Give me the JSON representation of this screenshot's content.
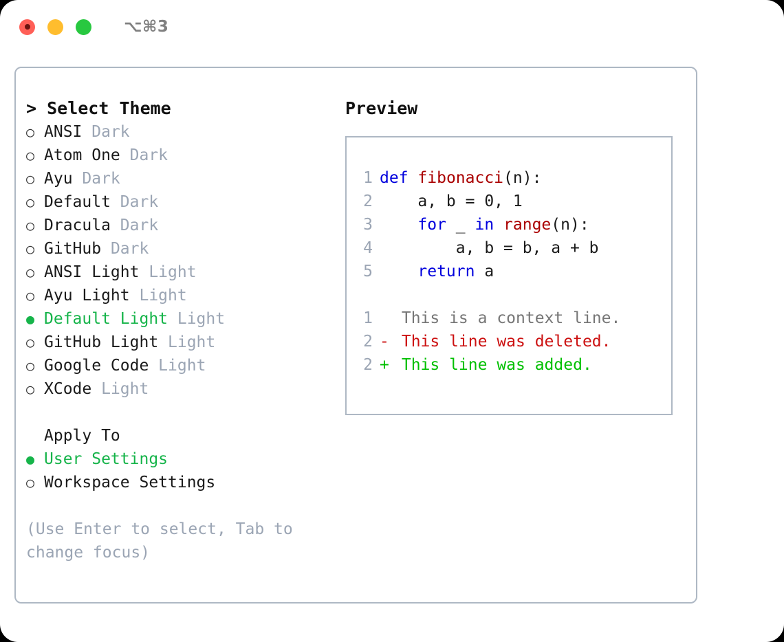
{
  "window": {
    "traffic_lights": [
      "close",
      "minimize",
      "maximize"
    ],
    "shortcut": "⌥⌘3"
  },
  "colors": {
    "accent_green": "#16b44a",
    "muted": "#9ba5b4",
    "keyword_blue": "#0000dd",
    "function_red": "#aa0000",
    "diff_deleted": "#cc1111",
    "diff_added": "#00c000",
    "border": "#aeb8c4"
  },
  "sidebar": {
    "heading": "> Select Theme",
    "themes": [
      {
        "marker": "○",
        "name": "ANSI",
        "tag": "Dark",
        "selected": false
      },
      {
        "marker": "○",
        "name": "Atom One",
        "tag": "Dark",
        "selected": false
      },
      {
        "marker": "○",
        "name": "Ayu",
        "tag": "Dark",
        "selected": false
      },
      {
        "marker": "○",
        "name": "Default",
        "tag": "Dark",
        "selected": false
      },
      {
        "marker": "○",
        "name": "Dracula",
        "tag": "Dark",
        "selected": false
      },
      {
        "marker": "○",
        "name": "GitHub",
        "tag": "Dark",
        "selected": false
      },
      {
        "marker": "○",
        "name": "ANSI Light",
        "tag": "Light",
        "selected": false
      },
      {
        "marker": "○",
        "name": "Ayu Light",
        "tag": "Light",
        "selected": false
      },
      {
        "marker": "●",
        "name": "Default Light",
        "tag": "Light",
        "selected": true
      },
      {
        "marker": "○",
        "name": "GitHub Light",
        "tag": "Light",
        "selected": false
      },
      {
        "marker": "○",
        "name": "Google Code",
        "tag": "Light",
        "selected": false
      },
      {
        "marker": "○",
        "name": "XCode",
        "tag": "Light",
        "selected": false
      }
    ],
    "apply_to_label": "Apply To",
    "apply_to_options": [
      {
        "marker": "●",
        "name": "User Settings",
        "selected": true
      },
      {
        "marker": "○",
        "name": "Workspace Settings",
        "selected": false
      }
    ],
    "hint": "(Use Enter to select, Tab to change focus)"
  },
  "preview": {
    "title": "Preview",
    "code_lines": [
      {
        "number": "1",
        "tokens": [
          {
            "t": "def",
            "c": "kw"
          },
          {
            "t": " ",
            "c": "code"
          },
          {
            "t": "fibonacci",
            "c": "fn"
          },
          {
            "t": "(n):",
            "c": "code"
          }
        ]
      },
      {
        "number": "2",
        "tokens": [
          {
            "t": "    a, b = 0, 1",
            "c": "code"
          }
        ]
      },
      {
        "number": "3",
        "tokens": [
          {
            "t": "    ",
            "c": "code"
          },
          {
            "t": "for",
            "c": "kw"
          },
          {
            "t": " _ ",
            "c": "code"
          },
          {
            "t": "in",
            "c": "kw"
          },
          {
            "t": " ",
            "c": "code"
          },
          {
            "t": "range",
            "c": "fn"
          },
          {
            "t": "(n):",
            "c": "code"
          }
        ]
      },
      {
        "number": "4",
        "tokens": [
          {
            "t": "        a, b = b, a + b",
            "c": "code"
          }
        ]
      },
      {
        "number": "5",
        "tokens": [
          {
            "t": "    ",
            "c": "code"
          },
          {
            "t": "return",
            "c": "kw"
          },
          {
            "t": " a",
            "c": "code"
          }
        ]
      }
    ],
    "diff_lines": [
      {
        "number": "1",
        "sign": " ",
        "text": "This is a context line.",
        "kind": "ctx"
      },
      {
        "number": "2",
        "sign": "-",
        "text": "This line was deleted.",
        "kind": "del"
      },
      {
        "number": "2",
        "sign": "+",
        "text": "This line was added.",
        "kind": "add"
      }
    ]
  }
}
